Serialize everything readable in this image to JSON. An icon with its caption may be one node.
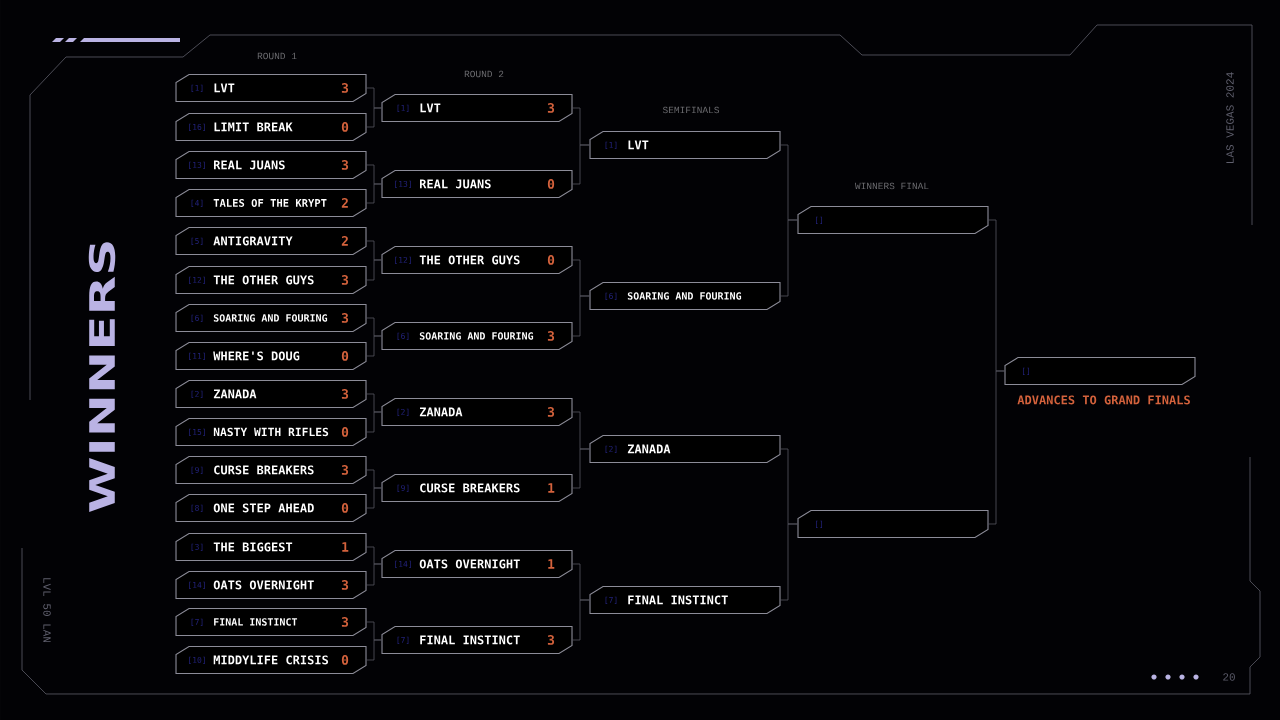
{
  "diagram": {
    "title": "WINNERS",
    "nodes": [
      {
        "text": [
          "[1]",
          "LVT",
          "3"
        ]
      },
      {
        "text": [
          "[16]",
          "LIMIT BREAK",
          "0"
        ]
      },
      {
        "text": [
          "[13]",
          "REAL JUANS",
          "3"
        ]
      },
      {
        "text": [
          "[4]",
          "TALES OF THE KRYPT",
          "2"
        ]
      },
      {
        "text": [
          "[5]",
          "ANTIGRAVITY",
          "2"
        ]
      },
      {
        "text": [
          "[12]",
          "THE OTHER GUYS",
          "3"
        ]
      },
      {
        "text": [
          "[6]",
          "SOARING AND FOURING",
          "3"
        ]
      },
      {
        "text": [
          "[11]",
          "WHERE'S DOUG",
          "0"
        ]
      },
      {
        "text": [
          "[2]",
          "ZANADA",
          "3"
        ]
      },
      {
        "text": [
          "[15]",
          "NASTY WITH RIFLES",
          "0"
        ]
      },
      {
        "text": [
          "[9]",
          "CURSE BREAKERS",
          "3"
        ]
      },
      {
        "text": [
          "[8]",
          "ONE STEP AHEAD",
          "0"
        ]
      },
      {
        "text": [
          "[3]",
          "THE BIGGEST",
          "1"
        ]
      },
      {
        "text": [
          "[14]",
          "OATS OVERNIGHT",
          "3"
        ]
      },
      {
        "text": [
          "[7]",
          "FINAL INSTINCT",
          "3"
        ]
      },
      {
        "text": [
          "[10]",
          "MIDDYLIFE CRISIS",
          "0"
        ]
      },
      {
        "text": [
          "[1]",
          "LVT",
          "3"
        ]
      },
      {
        "text": [
          "[13]",
          "REAL JUANS",
          "0"
        ]
      },
      {
        "text": [
          "[12]",
          "THE OTHER GUYS",
          "0"
        ]
      },
      {
        "text": [
          "[6]",
          "SOARING AND FOURING",
          "3"
        ]
      },
      {
        "text": [
          "[2]",
          "ZANADA",
          "3"
        ]
      },
      {
        "text": [
          "[9]",
          "CURSE BREAKERS",
          "1"
        ]
      },
      {
        "text": [
          "[14]",
          "OATS OVERNIGHT",
          "1"
        ]
      },
      {
        "text": [
          "[7]",
          "FINAL INSTINCT",
          "3"
        ]
      },
      {
        "text": [
          "[1]",
          "LVT"
        ]
      },
      {
        "text": [
          "[6]",
          "SOARING AND FOURING"
        ]
      },
      {
        "text": [
          "[2]",
          "ZANADA"
        ]
      },
      {
        "text": [
          "[7]",
          "FINAL INSTINCT"
        ]
      },
      {
        "text": [
          "[]"
        ]
      },
      {
        "text": [
          "[]"
        ]
      },
      {
        "text": [
          "[]"
        ],
        "beside": [
          "ADVANCES TO GRAND FINALS"
        ]
      }
    ],
    "edges": [
      {
        "from": 0,
        "to": 16,
        "arrow": "none"
      },
      {
        "from": 1,
        "to": 16,
        "arrow": "none"
      },
      {
        "from": 2,
        "to": 17,
        "arrow": "none"
      },
      {
        "from": 3,
        "to": 17,
        "arrow": "none"
      },
      {
        "from": 4,
        "to": 18,
        "arrow": "none"
      },
      {
        "from": 5,
        "to": 18,
        "arrow": "none"
      },
      {
        "from": 6,
        "to": 19,
        "arrow": "none"
      },
      {
        "from": 7,
        "to": 19,
        "arrow": "none"
      },
      {
        "from": 8,
        "to": 20,
        "arrow": "none"
      },
      {
        "from": 9,
        "to": 20,
        "arrow": "none"
      },
      {
        "from": 10,
        "to": 21,
        "arrow": "none"
      },
      {
        "from": 11,
        "to": 21,
        "arrow": "none"
      },
      {
        "from": 12,
        "to": 22,
        "arrow": "none"
      },
      {
        "from": 13,
        "to": 22,
        "arrow": "none"
      },
      {
        "from": 14,
        "to": 23,
        "arrow": "none"
      },
      {
        "from": 15,
        "to": 23,
        "arrow": "none"
      },
      {
        "from": 16,
        "to": 24,
        "arrow": "none"
      },
      {
        "from": 17,
        "to": 24,
        "arrow": "none"
      },
      {
        "from": 18,
        "to": 25,
        "arrow": "none"
      },
      {
        "from": 19,
        "to": 25,
        "arrow": "none"
      },
      {
        "from": 20,
        "to": 26,
        "arrow": "none"
      },
      {
        "from": 21,
        "to": 26,
        "arrow": "none"
      },
      {
        "from": 22,
        "to": 27,
        "arrow": "none"
      },
      {
        "from": 23,
        "to": 27,
        "arrow": "none"
      },
      {
        "from": 24,
        "to": 28,
        "arrow": "none"
      },
      {
        "from": 25,
        "to": 28,
        "arrow": "none"
      },
      {
        "from": 26,
        "to": 29,
        "arrow": "none"
      },
      {
        "from": 27,
        "to": 29,
        "arrow": "none"
      },
      {
        "from": 28,
        "to": 30,
        "arrow": "none"
      },
      {
        "from": 29,
        "to": 30,
        "arrow": "none"
      }
    ],
    "labels": [
      "ROUND 1",
      "ROUND 2",
      "SEMIFINALS",
      "WINNERS FINAL",
      "LAS VEGAS 2024",
      "LVL 50 LAN",
      "20"
    ]
  }
}
